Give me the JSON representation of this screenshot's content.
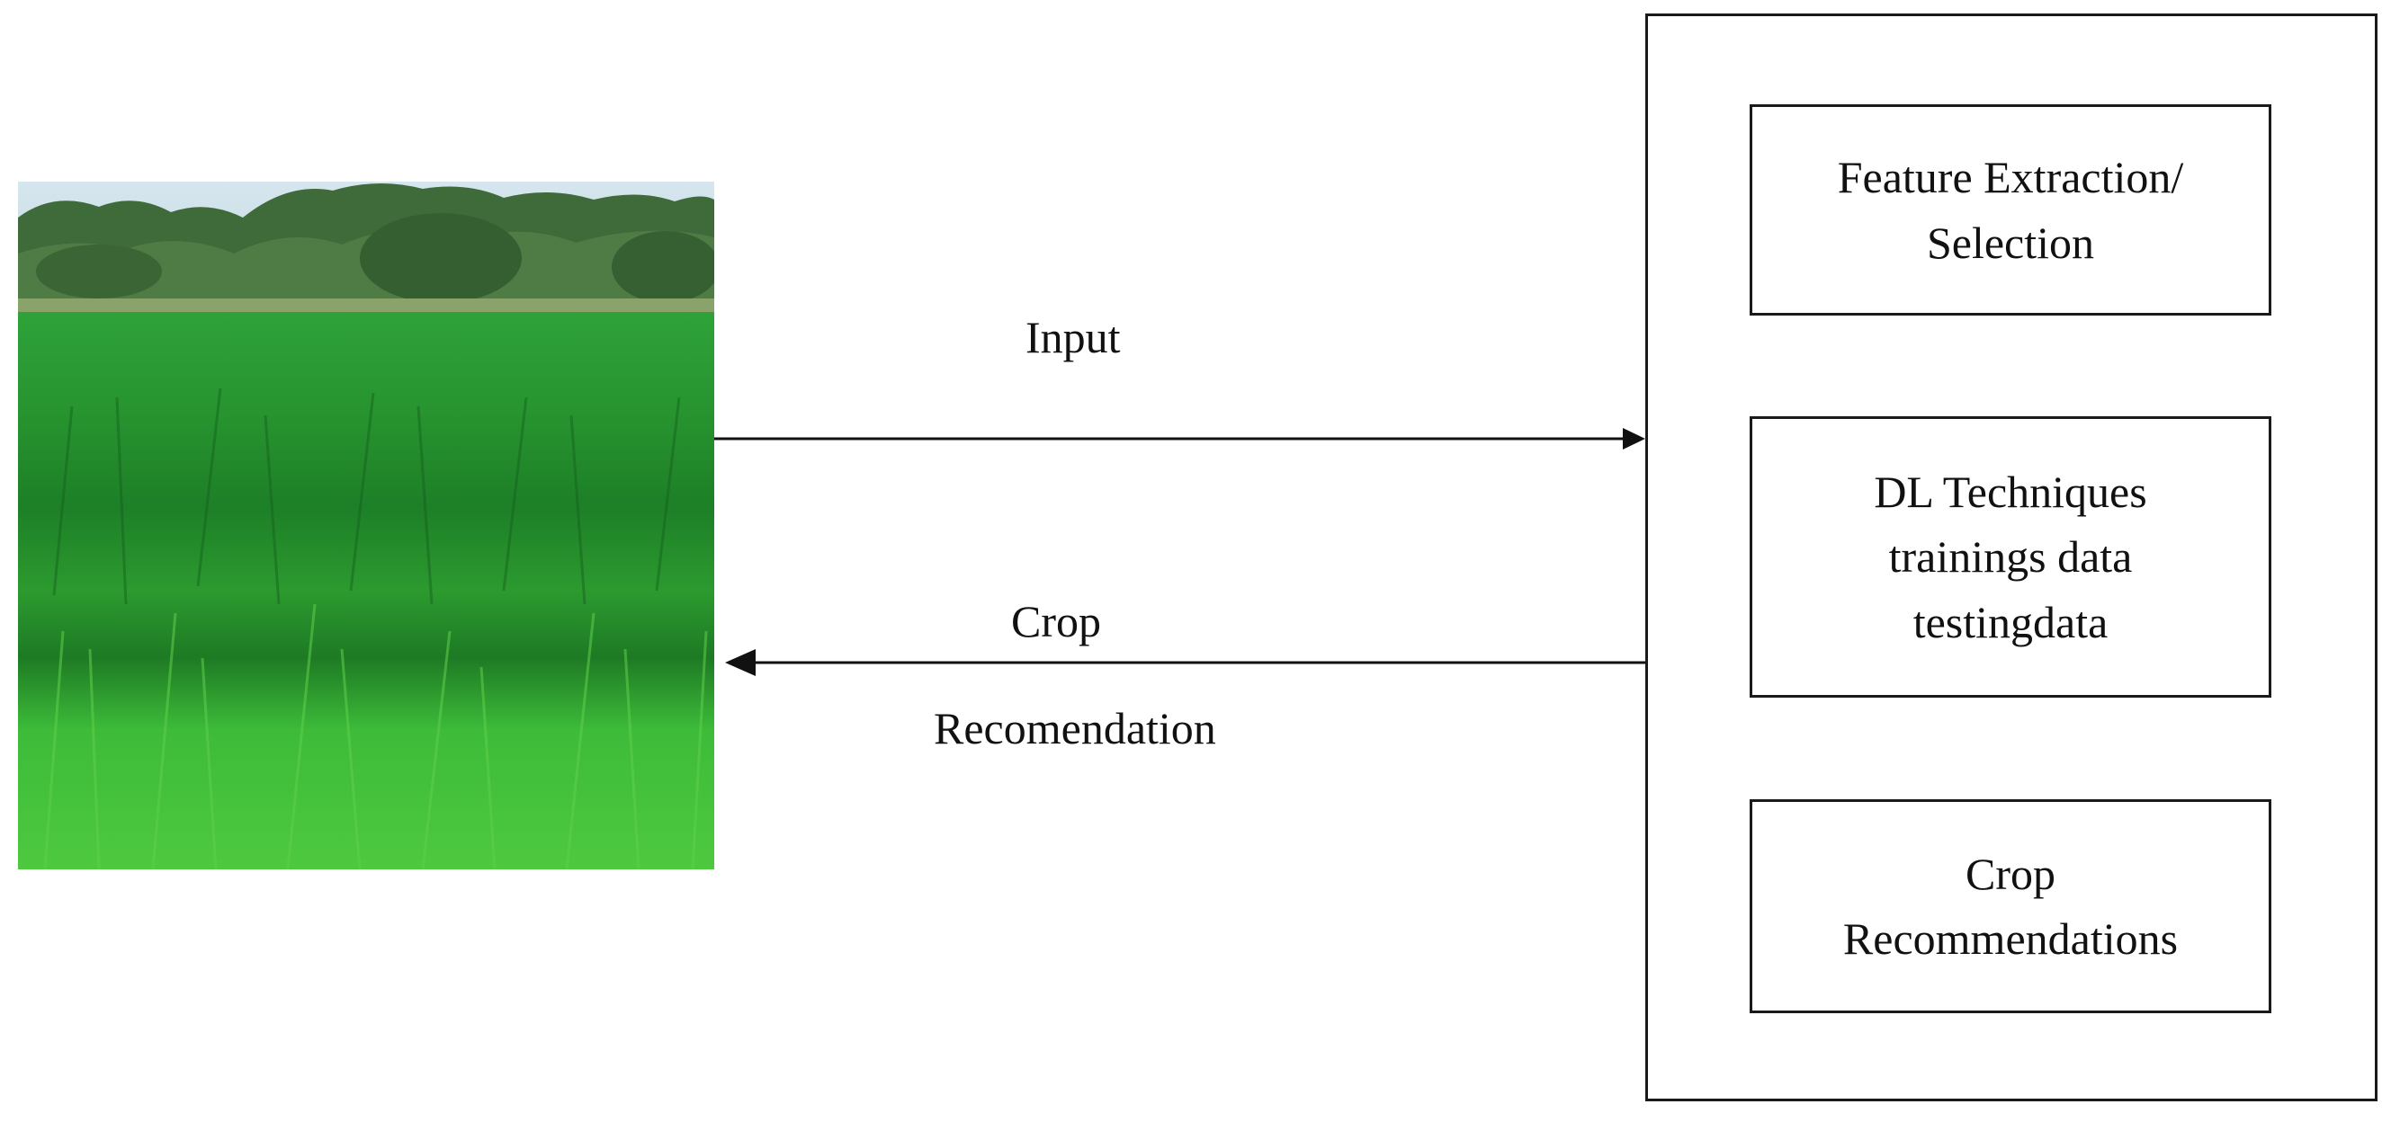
{
  "diagram": {
    "input_label": "Input",
    "output_label_line1": "Crop",
    "output_label_line2": "Recomendation",
    "boxes": [
      {
        "lines": [
          "Feature Extraction/",
          "Selection"
        ]
      },
      {
        "lines": [
          "DL Techniques",
          "trainings data",
          "testingdata"
        ]
      },
      {
        "lines": [
          "Crop",
          "Recommendations"
        ]
      }
    ]
  },
  "image": {
    "subject": "green crop field photo",
    "colors": {
      "sky": "#c9dde6",
      "trees": "#3f6b3a",
      "grass_dark": "#1f7d2a",
      "grass_light": "#3fbf3a"
    }
  }
}
